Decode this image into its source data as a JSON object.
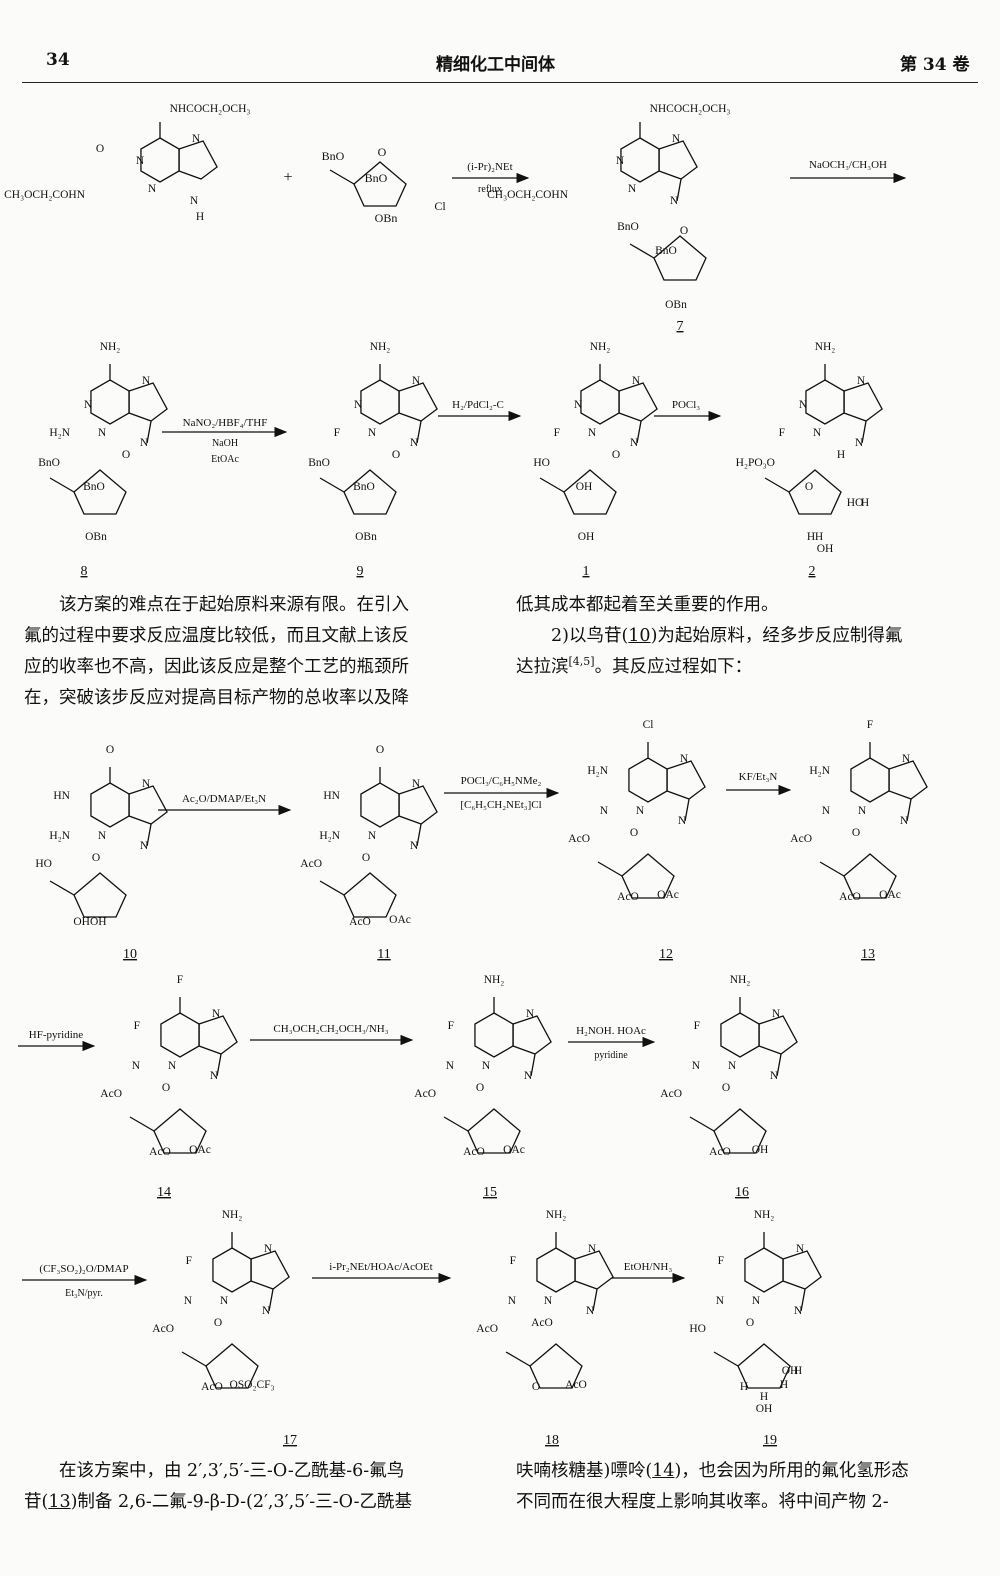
{
  "header": {
    "page_number": "34",
    "journal": "精细化工中间体",
    "volume": "第 34 卷"
  },
  "scheme1": {
    "compounds": {
      "reactant_base": {
        "substituents": [
          "NHCOCH₂OCH₃",
          "CH₃OCH₂COHN",
          "O",
          "N",
          "N",
          "N",
          "N",
          "H"
        ]
      },
      "chlorosugar": {
        "substituents": [
          "BnO",
          "O",
          "BnO",
          "Cl",
          "OBn"
        ]
      },
      "c7": {
        "label": "7",
        "substituents": [
          "NHCOCH₂OCH₃",
          "CH₃OCH₂COHN",
          "N",
          "N",
          "N",
          "N",
          "BnO",
          "BnO",
          "O",
          "OBn"
        ]
      },
      "c8": {
        "label": "8",
        "substituents": [
          "NH₂",
          "H₂N",
          "N",
          "N",
          "N",
          "N",
          "BnO",
          "BnO",
          "O",
          "OBn"
        ]
      },
      "c9": {
        "label": "9",
        "substituents": [
          "NH₂",
          "F",
          "N",
          "N",
          "N",
          "N",
          "BnO",
          "BnO",
          "O",
          "OBn"
        ]
      },
      "c1": {
        "label": "1",
        "substituents": [
          "NH₂",
          "F",
          "N",
          "N",
          "N",
          "N",
          "HO",
          "OH",
          "O",
          "OH"
        ]
      },
      "c2": {
        "label": "2",
        "substituents": [
          "NH₂",
          "F",
          "N",
          "N",
          "N",
          "N",
          "H₂PO₃O",
          "O",
          "H",
          "H",
          "HO",
          "H",
          "H",
          "OH"
        ]
      }
    },
    "plus": "+",
    "arrows": {
      "a1_top": "(i-Pr)₂NEt",
      "a1_bottom": "reflux",
      "a2_top": "NaOCH₃/CH₃OH",
      "a3_top": "NaNO₂/HBF₄/THF",
      "a3_bottom1": "NaOH",
      "a3_bottom2": "EtOAc",
      "a4_top": "H₂/PdCl₂-C",
      "a5_top": "POCl₃"
    }
  },
  "para1_left": {
    "lines": [
      "该方案的难点在于起始原料来源有限。在引入",
      "氟的过程中要求反应温度比较低，而且文献上该反",
      "应的收率也不高，因此该反应是整个工艺的瓶颈所",
      "在，突破该步反应对提高目标产物的总收率以及降"
    ]
  },
  "para1_right": {
    "line1": "低其成本都起着至关重要的作用。",
    "line2_a": "2)以鸟苷(",
    "line2_ref": "10",
    "line2_b": ")为起始原料，经多步反应制得氟",
    "line3_a": "达拉滨",
    "line3_cite": "[4,5]",
    "line3_b": "。其反应过程如下："
  },
  "scheme2": {
    "compounds": {
      "c10": {
        "label": "10",
        "substituents": [
          "O",
          "HN",
          "H₂N",
          "N",
          "N",
          "N",
          "HO",
          "O",
          "OHOH"
        ]
      },
      "c11": {
        "label": "11",
        "substituents": [
          "O",
          "HN",
          "H₂N",
          "N",
          "N",
          "N",
          "AcO",
          "O",
          "AcO",
          "OAc"
        ]
      },
      "c12": {
        "label": "12",
        "substituents": [
          "Cl",
          "H₂N",
          "N",
          "N",
          "N",
          "N",
          "AcO",
          "O",
          "AcO",
          "OAc"
        ]
      },
      "c13": {
        "label": "13",
        "substituents": [
          "F",
          "H₂N",
          "N",
          "N",
          "N",
          "N",
          "AcO",
          "O",
          "AcO",
          "OAc"
        ]
      },
      "c14": {
        "label": "14",
        "substituents": [
          "F",
          "F",
          "N",
          "N",
          "N",
          "N",
          "AcO",
          "O",
          "AcO",
          "OAc"
        ]
      },
      "c15": {
        "label": "15",
        "substituents": [
          "NH₂",
          "F",
          "N",
          "N",
          "N",
          "N",
          "AcO",
          "O",
          "AcO",
          "OAc"
        ]
      },
      "c16": {
        "label": "16",
        "substituents": [
          "NH₂",
          "F",
          "N",
          "N",
          "N",
          "N",
          "AcO",
          "O",
          "AcO",
          "OH"
        ]
      },
      "c17": {
        "label": "17",
        "substituents": [
          "NH₂",
          "F",
          "N",
          "N",
          "N",
          "N",
          "AcO",
          "O",
          "AcO",
          "OSO₂CF₃"
        ]
      },
      "c18": {
        "label": "18",
        "substituents": [
          "NH₂",
          "F",
          "N",
          "N",
          "N",
          "N",
          "AcO",
          "AcO",
          "O",
          "AcO"
        ]
      },
      "c19": {
        "label": "19",
        "substituents": [
          "NH₂",
          "F",
          "N",
          "N",
          "N",
          "N",
          "HO",
          "O",
          "H",
          "H",
          "OH",
          "H",
          "H",
          "OH"
        ]
      }
    },
    "arrows": {
      "b1_top": "Ac₂O/DMAP/Et₃N",
      "b2_top": "POCl₃/C₆H₅NMe₂",
      "b2_bottom": "[C₆H₅CH₂NEt₃]Cl",
      "b3_top": "KF/Et₃N",
      "b4_top": "HF-pyridine",
      "b5_top": "CH₃OCH₂CH₂OCH₃/NH₃",
      "b6_top": "H₂NOH. HOAc",
      "b6_bottom": "pyridine",
      "b7_top": "(CF₃SO₂)₂O/DMAP",
      "b7_bottom": "Et₃N/pyr.",
      "b8_top": "i-Pr₂NEt/HOAc/AcOEt",
      "b9_top": "EtOH/NH₃"
    }
  },
  "para2_left": {
    "line1": "在该方案中，由 2′,3′,5′-三-O-乙酰基-6-氟鸟",
    "line2_a": "苷(",
    "line2_ref": "13",
    "line2_b": ")制备 2,6-二氟-9-β-D-(2′,3′,5′-三-O-乙酰基"
  },
  "para2_right": {
    "line1_a": "呋喃核糖基)嘌呤(",
    "line1_ref": "14",
    "line1_b": ")，也会因为所用的氟化氢形态",
    "line2": "不同而在很大程度上影响其收率。将中间产物 2-"
  }
}
